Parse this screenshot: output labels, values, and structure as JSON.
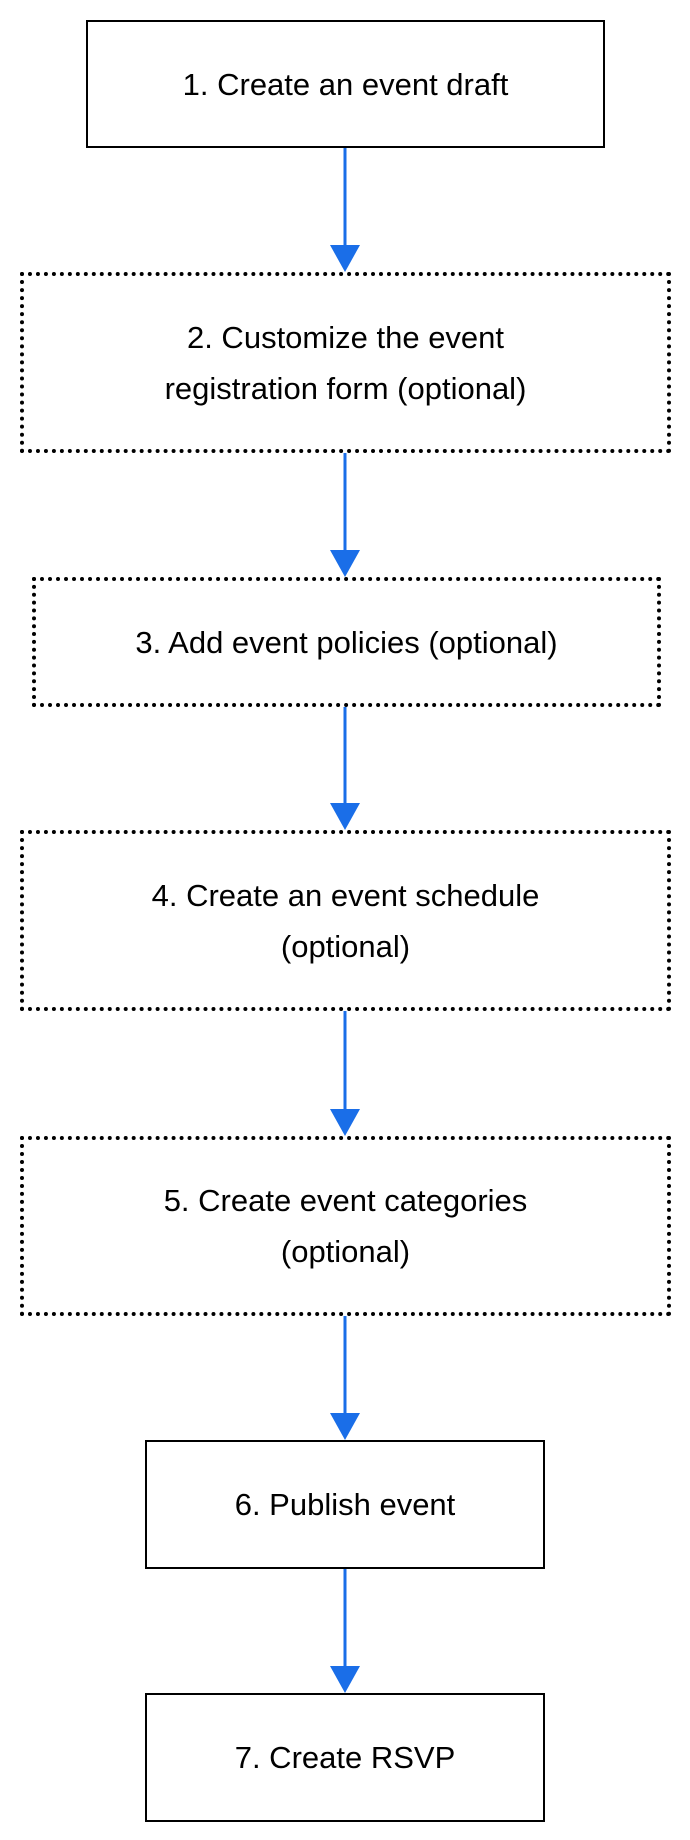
{
  "colors": {
    "connector": "#1a6ee8",
    "box_border": "#000000",
    "text": "#000000"
  },
  "steps": [
    {
      "label": "1. Create an event draft",
      "optional": false
    },
    {
      "label": "2. Customize the event registration form (optional)",
      "optional": true
    },
    {
      "label": "3. Add event policies (optional)",
      "optional": true
    },
    {
      "label": "4. Create an event schedule (optional)",
      "optional": true
    },
    {
      "label": "5. Create event categories (optional)",
      "optional": true
    },
    {
      "label": "6. Publish event",
      "optional": false
    },
    {
      "label": "7. Create RSVP",
      "optional": false
    }
  ]
}
